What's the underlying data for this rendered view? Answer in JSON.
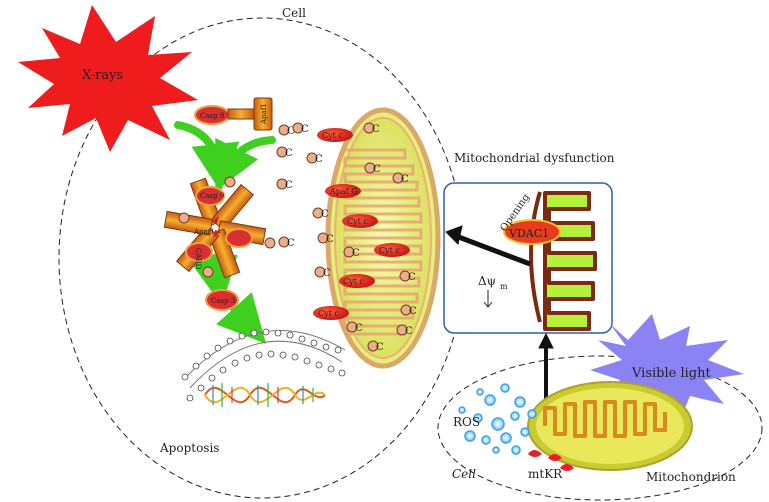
{
  "labels": {
    "cell_top": "Cell",
    "xrays": "X-rays",
    "apoptosis": "Apoptosis",
    "mito_dysfunction": "Mitochondrial dysfunction",
    "opening": "Opening",
    "vdac": "VDAC1",
    "delta_psi": "Δψ",
    "delta_psi_sub": "m",
    "visible_light": "Visible light",
    "ros": "ROS",
    "cell_bottom": "Cell",
    "mtkr": "mtKR",
    "mitochondrion": "Mitochondrion",
    "casp9_top": "Casp 9",
    "apaf_top": "Apaf1",
    "casp3": "Casp 3",
    "cyt_c": "Cyt c",
    "apaf_g": "Apaf G",
    "casp9_ring": "Casp 9",
    "apaf_ring": "Apaf1",
    "card": "CARD",
    "c_letter": "C"
  },
  "colors": {
    "xrays_burst": "#ee1c1c",
    "visible_light_burst": "#8b82f5",
    "arrow_green": "#3fcf1f",
    "mito_body": "#d8e060",
    "mito_cristae": "#e8a06a",
    "mito_damaged": "#b5f03a",
    "mito_outline_dark": "#7a2a10",
    "box_border": "#2f5fa8",
    "vdac_fill": "#e83a1c",
    "cyt_c_fill": "#d8180c",
    "ros_blue": "#3aa0f0"
  }
}
